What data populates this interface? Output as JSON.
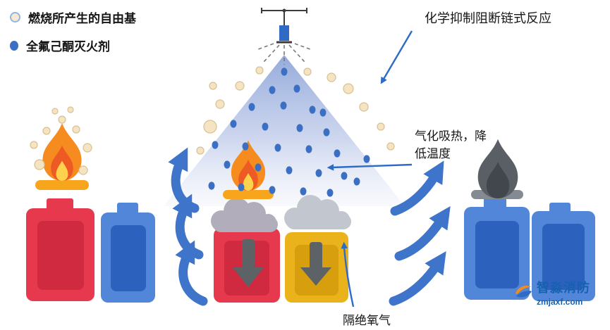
{
  "legend": {
    "items": [
      {
        "label": "燃烧所产生的自由基",
        "icon": "radical-dot"
      },
      {
        "label": "全氟己酮灭火剂",
        "icon": "agent-dot"
      }
    ]
  },
  "annotations": {
    "chemical": "化学抑制阻断链式反应",
    "vaporize": "气化吸热，降\n低温度",
    "oxygen": "隔绝氧气"
  },
  "logo": {
    "brand": "智淼消防",
    "site": "zmjaxf.com"
  },
  "colors": {
    "agent": "#3a6fc4",
    "radical_fill": "#f4e4c2",
    "radical_stroke": "#d9bf92",
    "arrow_big": "#3e74ca",
    "arrow_thin": "#2e6bc6",
    "canister_red": "#e6394d",
    "canister_blue": "#5186d8",
    "canister_yellow": "#eab31c"
  },
  "particles": {
    "agent": [
      [
        403,
        102
      ],
      [
        386,
        128
      ],
      [
        421,
        126
      ],
      [
        357,
        152
      ],
      [
        402,
        150
      ],
      [
        443,
        156
      ],
      [
        331,
        176
      ],
      [
        376,
        180
      ],
      [
        425,
        182
      ],
      [
        463,
        188
      ],
      [
        305,
        206
      ],
      [
        348,
        208
      ],
      [
        394,
        210
      ],
      [
        438,
        212
      ],
      [
        478,
        218
      ],
      [
        322,
        234
      ],
      [
        366,
        238
      ],
      [
        410,
        242
      ],
      [
        452,
        246
      ],
      [
        488,
        250
      ],
      [
        300,
        264
      ],
      [
        342,
        266
      ],
      [
        386,
        270
      ],
      [
        430,
        272
      ],
      [
        468,
        274
      ],
      [
        506,
        258
      ],
      [
        520,
        226
      ],
      [
        458,
        160
      ]
    ],
    "radical": [
      [
        298,
        180,
        9
      ],
      [
        312,
        148,
        6
      ],
      [
        340,
        122,
        6
      ],
      [
        368,
        100,
        5
      ],
      [
        436,
        102,
        5
      ],
      [
        470,
        110,
        6
      ],
      [
        494,
        126,
        7
      ],
      [
        516,
        152,
        6
      ],
      [
        540,
        180,
        5
      ],
      [
        284,
        214,
        5
      ],
      [
        302,
        122,
        5
      ],
      [
        554,
        208,
        5
      ]
    ],
    "bubbles": [
      [
        56,
        234,
        7
      ],
      [
        48,
        206,
        5
      ],
      [
        66,
        186,
        5
      ],
      [
        88,
        170,
        5
      ],
      [
        108,
        184,
        5
      ],
      [
        124,
        210,
        6
      ],
      [
        118,
        242,
        6
      ],
      [
        78,
        158,
        4
      ],
      [
        100,
        156,
        4
      ]
    ]
  }
}
